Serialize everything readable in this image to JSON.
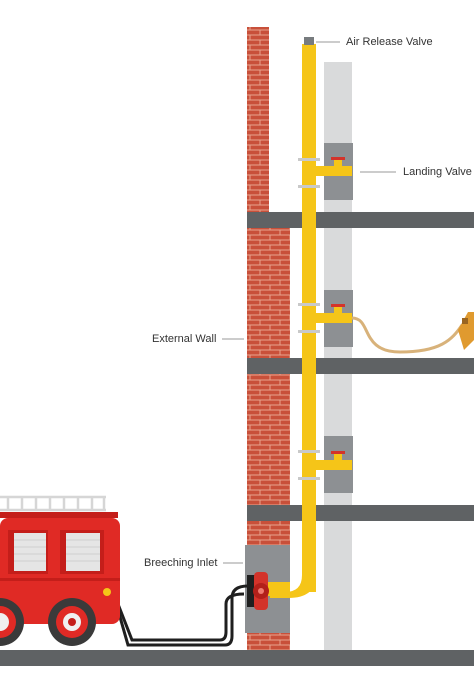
{
  "diagram": {
    "labels": {
      "air_release_valve": "Air Release Valve",
      "landing_valve": "Landing Valve",
      "external_wall": "External Wall",
      "breeching_inlet": "Breeching Inlet"
    },
    "floors": 3,
    "landing_valve_count": 3,
    "colors": {
      "riser_pipe": "#f5c518",
      "brick": "#c8503a",
      "mortar": "#e8a48f",
      "floor_slab": "#5f6264",
      "shaft": "#d9dadb",
      "valve_box": "#8d9093",
      "fire_truck": "#e02a25",
      "hose": "#1f1f1f",
      "fire_hose": "#d8b27a",
      "ladder": "#d6d6d6",
      "label_text": "#333333"
    },
    "icons": [
      "fire-truck-icon",
      "fire-hose-nozzle-icon",
      "valve-handle-icon"
    ]
  }
}
